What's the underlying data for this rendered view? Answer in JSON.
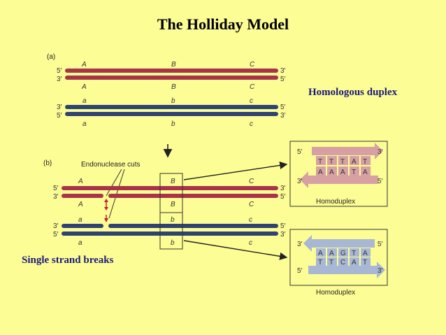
{
  "title": "The Holliday Model",
  "homologous_duplex_label": "Homologous duplex",
  "single_strand_breaks_label": "Single strand breaks",
  "panel_a_label": "(a)",
  "panel_b_label": "(b)",
  "endonuclease_label": "Endonuclease cuts",
  "upper_loci": [
    "A",
    "B",
    "C"
  ],
  "lower_loci": [
    "a",
    "b",
    "c"
  ],
  "ends": {
    "five": "5′",
    "three": "3′"
  },
  "homoduplex_top": {
    "strand1": [
      "T",
      "T",
      "T",
      "A",
      "T"
    ],
    "strand2": [
      "A",
      "A",
      "A",
      "T",
      "A"
    ],
    "caption": "Homoduplex"
  },
  "homoduplex_bottom": {
    "strand1": [
      "A",
      "A",
      "G",
      "T",
      "A"
    ],
    "strand2": [
      "T",
      "T",
      "C",
      "A",
      "T"
    ],
    "caption": "Homoduplex"
  },
  "colors": {
    "background": "#fdfd96",
    "maroon": "#a8344a",
    "navy": "#2e4372",
    "pink": "#d7a0a3",
    "lightblue": "#a8b7d4",
    "arrow": "#222222"
  }
}
